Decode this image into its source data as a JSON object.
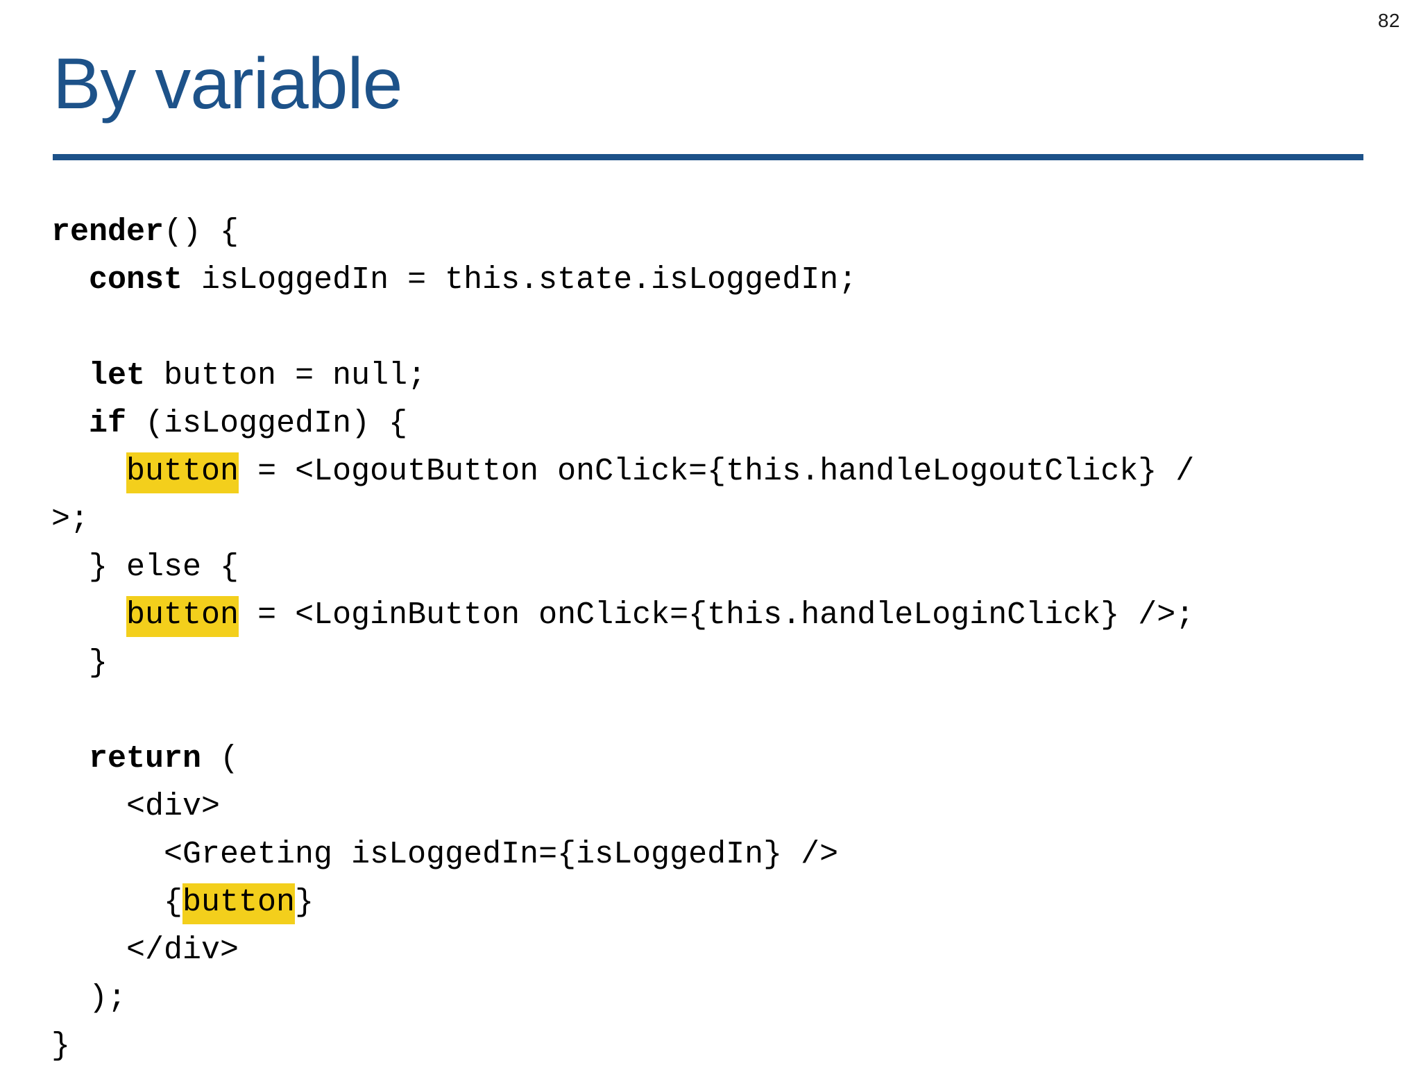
{
  "slide": {
    "page_number": "82",
    "title": "By variable",
    "colors": {
      "title": "#1d5289",
      "rule": "#1d5289",
      "highlight": "#f3cf1c",
      "code_text": "#000000",
      "background": "#ffffff"
    }
  },
  "code": {
    "language": "jsx",
    "lines": [
      {
        "id": "l1",
        "indent": 0,
        "segments": [
          {
            "t": "render",
            "style": "kw"
          },
          {
            "t": "() {",
            "style": "plain"
          }
        ]
      },
      {
        "id": "l2",
        "indent": 0,
        "segments": [
          {
            "t": "  ",
            "style": "plain"
          },
          {
            "t": "const",
            "style": "kw"
          },
          {
            "t": " isLoggedIn = this.state.isLoggedIn;",
            "style": "plain"
          }
        ]
      },
      {
        "id": "l3",
        "indent": 0,
        "segments": []
      },
      {
        "id": "l4",
        "indent": 0,
        "segments": [
          {
            "t": "  ",
            "style": "plain"
          },
          {
            "t": "let",
            "style": "kw"
          },
          {
            "t": " button = null;",
            "style": "plain"
          }
        ]
      },
      {
        "id": "l5",
        "indent": 0,
        "segments": [
          {
            "t": "  ",
            "style": "plain"
          },
          {
            "t": "if",
            "style": "kw"
          },
          {
            "t": " (isLoggedIn) {",
            "style": "plain"
          }
        ]
      },
      {
        "id": "l6",
        "indent": 0,
        "segments": [
          {
            "t": "    ",
            "style": "plain"
          },
          {
            "t": "button",
            "style": "hl"
          },
          {
            "t": " = <LogoutButton onClick={this.handleLogoutClick} /",
            "style": "plain"
          }
        ]
      },
      {
        "id": "l7",
        "indent": 0,
        "segments": [
          {
            "t": ">;",
            "style": "plain"
          }
        ]
      },
      {
        "id": "l8",
        "indent": 0,
        "segments": [
          {
            "t": "  } else {",
            "style": "plain"
          }
        ]
      },
      {
        "id": "l9",
        "indent": 0,
        "segments": [
          {
            "t": "    ",
            "style": "plain"
          },
          {
            "t": "button",
            "style": "hl"
          },
          {
            "t": " = <LoginButton onClick={this.handleLoginClick} />;",
            "style": "plain"
          }
        ]
      },
      {
        "id": "l10",
        "indent": 0,
        "segments": [
          {
            "t": "  }",
            "style": "plain"
          }
        ]
      },
      {
        "id": "l11",
        "indent": 0,
        "segments": []
      },
      {
        "id": "l12",
        "indent": 0,
        "segments": [
          {
            "t": "  ",
            "style": "plain"
          },
          {
            "t": "return",
            "style": "kw"
          },
          {
            "t": " (",
            "style": "plain"
          }
        ]
      },
      {
        "id": "l13",
        "indent": 0,
        "segments": [
          {
            "t": "    <div>",
            "style": "plain"
          }
        ]
      },
      {
        "id": "l14",
        "indent": 0,
        "segments": [
          {
            "t": "      <Greeting isLoggedIn={isLoggedIn} />",
            "style": "plain"
          }
        ]
      },
      {
        "id": "l15",
        "indent": 0,
        "segments": [
          {
            "t": "      {",
            "style": "plain"
          },
          {
            "t": "button",
            "style": "hl"
          },
          {
            "t": "}",
            "style": "plain"
          }
        ]
      },
      {
        "id": "l16",
        "indent": 0,
        "segments": [
          {
            "t": "    </div>",
            "style": "plain"
          }
        ]
      },
      {
        "id": "l17",
        "indent": 0,
        "segments": [
          {
            "t": "  );",
            "style": "plain"
          }
        ]
      },
      {
        "id": "l18",
        "indent": 0,
        "segments": [
          {
            "t": "}",
            "style": "plain"
          }
        ]
      }
    ]
  }
}
